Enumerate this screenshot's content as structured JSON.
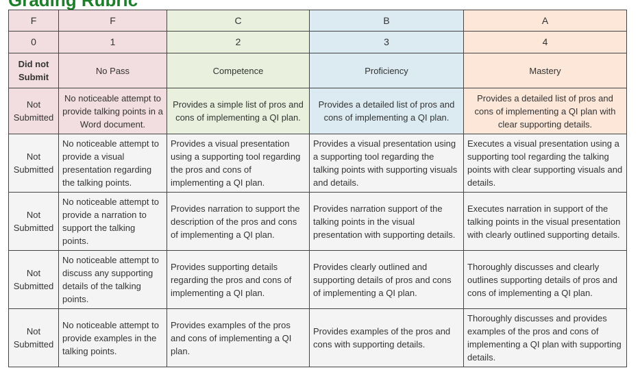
{
  "title": "Grading Rubric",
  "rubric": {
    "letters": [
      "F",
      "F",
      "C",
      "B",
      "A"
    ],
    "scores": [
      "0",
      "1",
      "2",
      "3",
      "4"
    ],
    "levels": [
      "Did not Submit",
      "No Pass",
      "Competence",
      "Proficiency",
      "Mastery"
    ],
    "rows": [
      [
        "Not Submitted",
        "No noticeable attempt to provide talking points in a Word document.",
        "Provides a simple list of pros and cons of implementing a QI plan.",
        "Provides a detailed list of pros and cons of implementing a QI plan.",
        "Provides a detailed list of pros and cons of implementing a QI plan with clear supporting details."
      ],
      [
        "Not Submitted",
        "No noticeable attempt to provide a visual presentation regarding the talking points.",
        "Provides a visual presentation using a supporting tool regarding the pros and cons of implementing a QI plan.",
        "Provides a visual presentation using a supporting tool regarding the talking points with supporting visuals and details.",
        "Executes a visual presentation using a supporting tool regarding the talking points with clear supporting visuals and details."
      ],
      [
        "Not Submitted",
        "No noticeable attempt to provide a narration to support the talking points.",
        "Provides narration to support the description of the pros and cons of implementing a QI plan.",
        "Provides narration support of the talking points in the visual presentation with supporting details.",
        "Executes narration in support of the talking points in the visual presentation with clearly outlined supporting details."
      ],
      [
        "Not Submitted",
        "No noticeable attempt to discuss any supporting details of the talking points.",
        "Provides supporting details regarding the pros and cons of implementing a QI plan.",
        "Provides clearly outlined and supporting details of pros and cons of implementing a QI plan.",
        "Thoroughly discusses and clearly outlines supporting details of pros and cons of implementing a QI plan."
      ],
      [
        "Not Submitted",
        "No noticeable attempt to provide examples in the talking points.",
        "Provides examples of the pros and cons of implementing a QI plan.",
        "Provides examples of the pros and cons with supporting details.",
        "Thoroughly discusses and provides examples of the pros and cons of implementing a QI plan with supporting details."
      ]
    ]
  }
}
